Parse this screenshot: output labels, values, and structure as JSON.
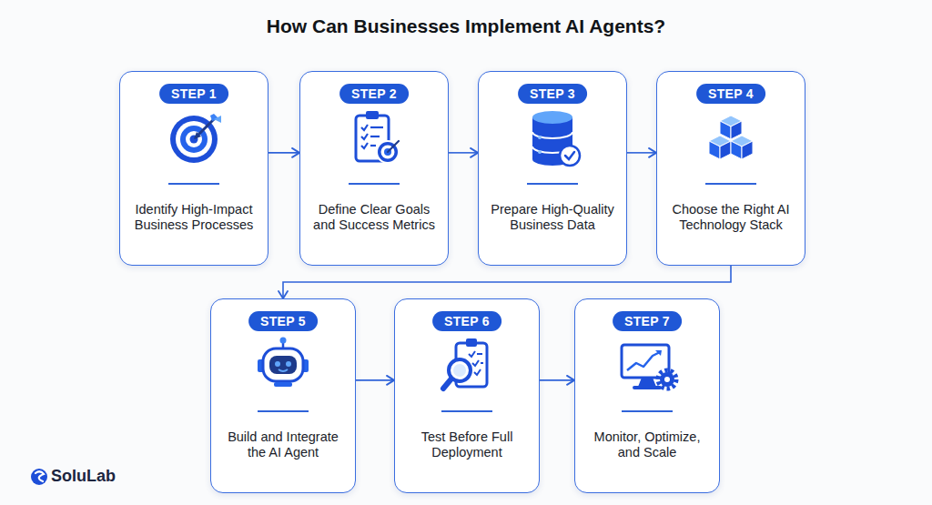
{
  "diagram": {
    "title": "How Can Businesses Implement AI Agents?",
    "nodes": [
      {
        "text": [
          "STEP 1",
          "Identify High-Impact Business Processes"
        ]
      },
      {
        "text": [
          "STEP 2",
          "Define Clear Goals and Success Metrics"
        ]
      },
      {
        "text": [
          "STEP 3",
          "Prepare High-Quality Business Data"
        ]
      },
      {
        "text": [
          "STEP 4",
          "Choose the Right AI Technology Stack"
        ]
      },
      {
        "text": [
          "STEP 5",
          "Build and Integrate the AI Agent"
        ]
      },
      {
        "text": [
          "STEP 6",
          "Test Before Full Deployment"
        ]
      },
      {
        "text": [
          "STEP 7",
          "Monitor, Optimize, and Scale"
        ]
      }
    ],
    "edges": [
      {
        "from": 0,
        "to": 1,
        "arrow": "to"
      },
      {
        "from": 1,
        "to": 2,
        "arrow": "to"
      },
      {
        "from": 2,
        "to": 3,
        "arrow": "to"
      },
      {
        "from": 3,
        "to": 4,
        "arrow": "to"
      },
      {
        "from": 4,
        "to": 5,
        "arrow": "to"
      },
      {
        "from": 5,
        "to": 6,
        "arrow": "to"
      }
    ],
    "labels": [
      "SoluLab"
    ]
  }
}
